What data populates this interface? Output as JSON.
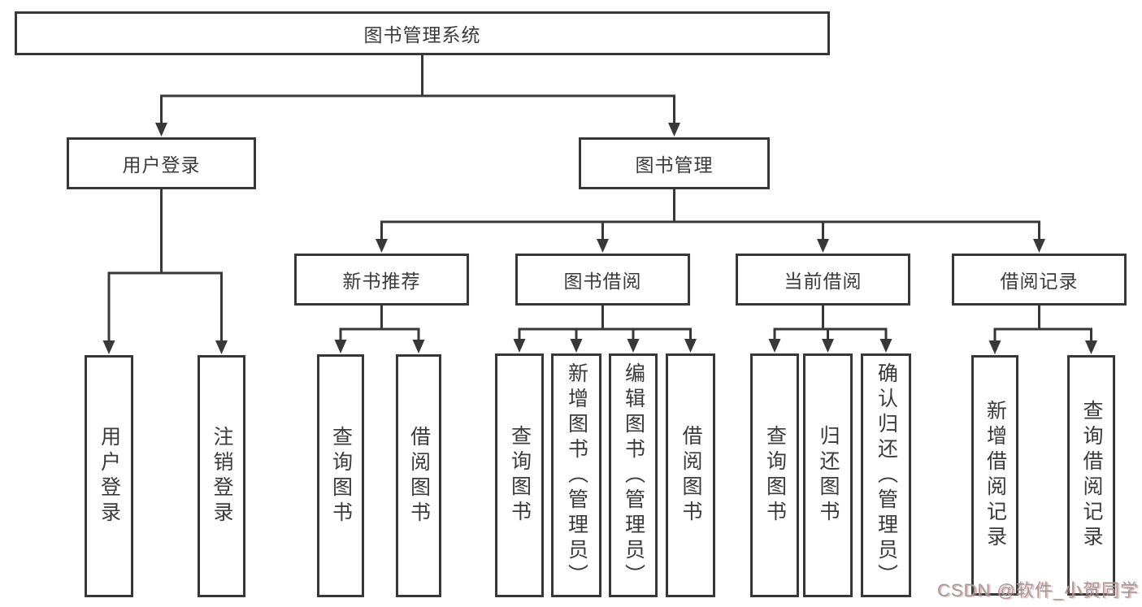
{
  "diagram": {
    "title": "图书管理系统",
    "watermark": "CSDN @软件_小贺同学",
    "colors": {
      "line": "#383838",
      "text": "#3a3a3a",
      "background": "#ffffff",
      "watermark_gray": "#9c9c9c",
      "watermark_accent": "#e98282"
    },
    "nodes": [
      {
        "id": "root",
        "label": "图书管理系统",
        "parent": null,
        "text_direction": "horizontal"
      },
      {
        "id": "user-login-group",
        "label": "用户登录",
        "parent": "root",
        "text_direction": "horizontal"
      },
      {
        "id": "book-mgmt",
        "label": "图书管理",
        "parent": "root",
        "text_direction": "horizontal"
      },
      {
        "id": "user-login",
        "label": "用户登录",
        "parent": "user-login-group",
        "text_direction": "vertical"
      },
      {
        "id": "logout",
        "label": "注销登录",
        "parent": "user-login-group",
        "text_direction": "vertical"
      },
      {
        "id": "new-book-rec",
        "label": "新书推荐",
        "parent": "book-mgmt",
        "text_direction": "horizontal"
      },
      {
        "id": "book-borrow",
        "label": "图书借阅",
        "parent": "book-mgmt",
        "text_direction": "horizontal"
      },
      {
        "id": "current-borrow",
        "label": "当前借阅",
        "parent": "book-mgmt",
        "text_direction": "horizontal"
      },
      {
        "id": "borrow-records",
        "label": "借阅记录",
        "parent": "book-mgmt",
        "text_direction": "horizontal"
      },
      {
        "id": "query-book-1",
        "label": "查询图书",
        "parent": "new-book-rec",
        "text_direction": "vertical"
      },
      {
        "id": "borrow-book-1",
        "label": "借阅图书",
        "parent": "new-book-rec",
        "text_direction": "vertical"
      },
      {
        "id": "query-book-2",
        "label": "查询图书",
        "parent": "book-borrow",
        "text_direction": "vertical"
      },
      {
        "id": "add-book",
        "label": "新增图书（管理员）",
        "parent": "book-borrow",
        "text_direction": "vertical"
      },
      {
        "id": "edit-book",
        "label": "编辑图书（管理员）",
        "parent": "book-borrow",
        "text_direction": "vertical"
      },
      {
        "id": "borrow-book-2",
        "label": "借阅图书",
        "parent": "book-borrow",
        "text_direction": "vertical"
      },
      {
        "id": "query-book-3",
        "label": "查询图书",
        "parent": "current-borrow",
        "text_direction": "vertical"
      },
      {
        "id": "return-book",
        "label": "归还图书",
        "parent": "current-borrow",
        "text_direction": "vertical"
      },
      {
        "id": "confirm-return",
        "label": "确认归还（管理员）",
        "parent": "current-borrow",
        "text_direction": "vertical"
      },
      {
        "id": "add-borrow-record",
        "label": "新增借阅记录",
        "parent": "borrow-records",
        "text_direction": "vertical"
      },
      {
        "id": "query-borrow-record",
        "label": "查询借阅记录",
        "parent": "borrow-records",
        "text_direction": "vertical"
      }
    ]
  }
}
